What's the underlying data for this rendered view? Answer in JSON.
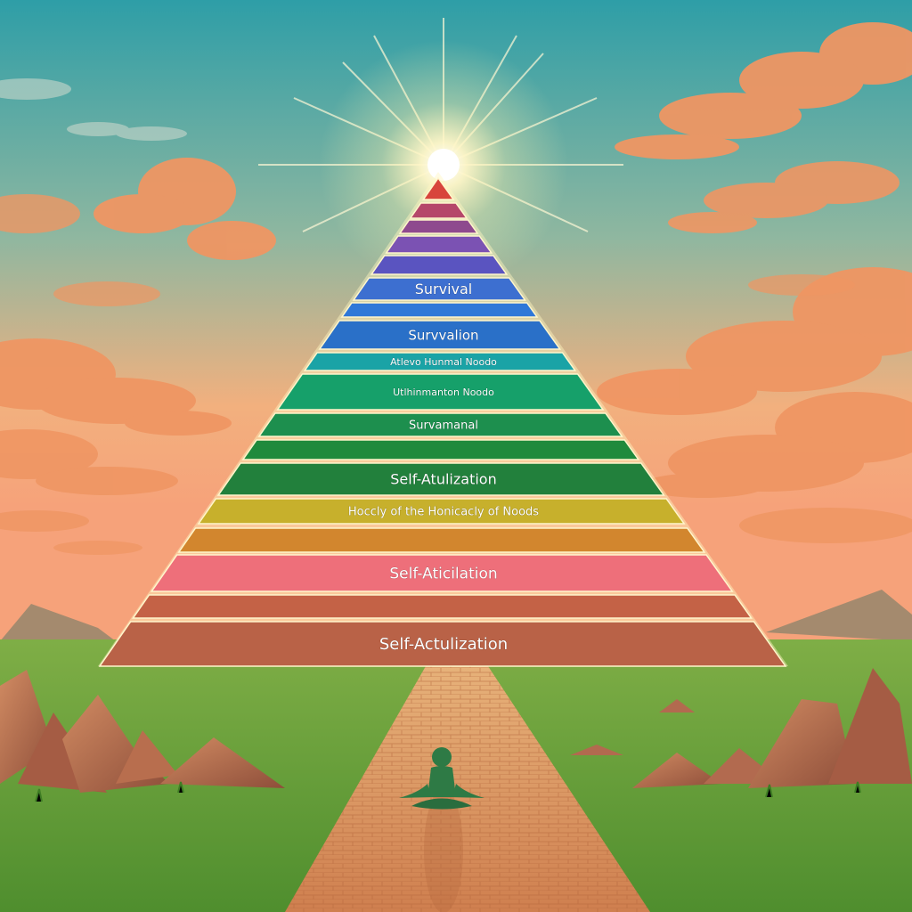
{
  "tiers": [
    {
      "label": "",
      "color": "#d8453c"
    },
    {
      "label": "",
      "color": "#b5476a"
    },
    {
      "label": "",
      "color": "#8e4a8e"
    },
    {
      "label": "",
      "color": "#7b52b3"
    },
    {
      "label": "",
      "color": "#5a54c0"
    },
    {
      "label": "Survival",
      "color": "#3d6fd0"
    },
    {
      "label": "",
      "color": "#2f78d8"
    },
    {
      "label": "Survvalion",
      "color": "#2a70c8"
    },
    {
      "label": "Atlevo Hunmal Noodo",
      "color": "#1aa3a6"
    },
    {
      "label": "Utlhinmanton Noodo",
      "color": "#16a06a"
    },
    {
      "label": "Survamanal",
      "color": "#1d8f4e"
    },
    {
      "label": "",
      "color": "#1f8a3c"
    },
    {
      "label": "Self-Atulization",
      "color": "#22803c"
    },
    {
      "label": "Hoccly of the Honicacly of Noods",
      "color": "#c7b02c"
    },
    {
      "label": "",
      "color": "#d2862e"
    },
    {
      "label": "Self-Aticilation",
      "color": "#ee6f7a"
    },
    {
      "label": "",
      "color": "#c46246"
    },
    {
      "label": "Self-Actulization",
      "color": "#b96247"
    }
  ],
  "colors": {
    "sky_top": "#2f9fa8",
    "sky_mid": "#a7b996",
    "sky_bottom": "#f6a07a",
    "grass": "#6fa43b",
    "path": "#df9a5e",
    "sun": "#fffbe0",
    "cloud": "#ef9663",
    "rock": "#b26a4f",
    "figure": "#2e7a45"
  }
}
